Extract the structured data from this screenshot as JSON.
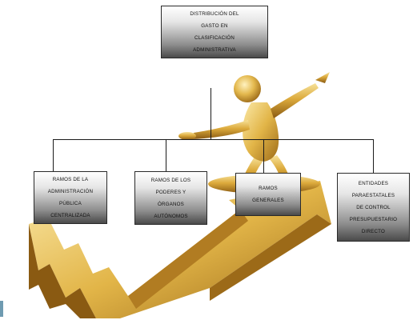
{
  "diagram": {
    "root": {
      "lines": [
        "DISTRIBUCIÓN DEL",
        "GASTO EN",
        "CLASIFICACIÓN",
        "ADMINISTRATIVA"
      ]
    },
    "children": [
      {
        "lines": [
          "RAMOS DE LA",
          "ADMINISTRACIÓN",
          "PÚBLICA",
          "CENTRALIZADA"
        ]
      },
      {
        "lines": [
          "RAMOS DE LOS",
          "PODERES Y",
          "ÓRGANOS",
          "AUTÓNOMOS"
        ]
      },
      {
        "lines": [
          "RAMOS",
          "GENERALES"
        ]
      },
      {
        "lines": [
          "ENTIDADES",
          "PARAESTATALES",
          "DE CONTROL",
          "PRESUPUESTARIO",
          "DIRECTO"
        ]
      }
    ]
  },
  "illustration": {
    "icon": "gold-figure-on-arrow-icon",
    "colors": {
      "gold_light": "#f3dc8a",
      "gold_mid": "#d9a93a",
      "gold_dark": "#8a5a12"
    }
  },
  "colors": {
    "line": "#1a1a1a",
    "box_border": "#2a2a2a",
    "edge_mark": "#6f9bb1"
  }
}
